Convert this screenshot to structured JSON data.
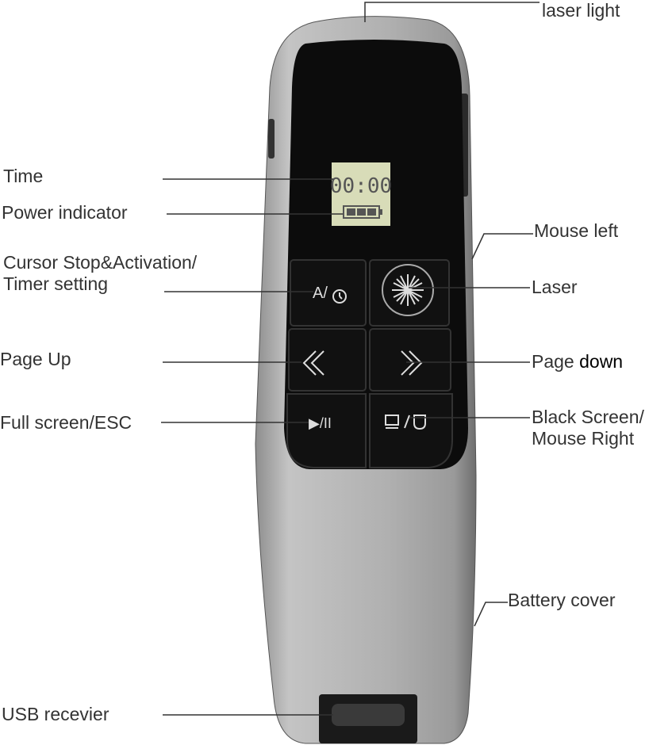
{
  "lcd": {
    "time": "00:00"
  },
  "labels": {
    "laser_light": "laser light",
    "time": "Time",
    "power_indicator": "Power indicator",
    "cursor_line1": "Cursor Stop&Activation/",
    "cursor_line2": "Timer setting",
    "mouse_left": "Mouse left",
    "laser": "Laser",
    "page_up": "Page Up",
    "page_down_1": "Page ",
    "page_down_2": "down",
    "full_screen": "Full screen/ESC",
    "black_screen_line1": "Black Screen/",
    "black_screen_line2": "Mouse Right",
    "battery_cover": "Battery cover",
    "usb_receiver": "USB recevier"
  },
  "buttons": {
    "timer": "A/",
    "play_pause": "▶/II"
  },
  "colors": {
    "body": "#a9a9a9",
    "panel": "#0c0c0c",
    "lcd": "#d8dcb8",
    "line": "#333333"
  }
}
